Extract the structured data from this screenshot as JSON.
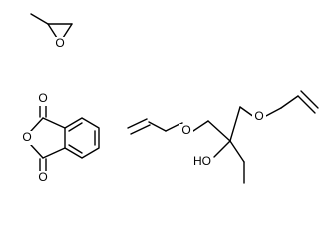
{
  "molecules": [
    {
      "id": "epoxide",
      "atoms": [
        {
          "key": "o1",
          "label": "O"
        }
      ]
    },
    {
      "id": "phthalic-anhydride",
      "atoms": [
        {
          "key": "o_top",
          "label": "O"
        },
        {
          "key": "o_ring",
          "label": "O"
        },
        {
          "key": "o_bottom",
          "label": "O"
        }
      ]
    },
    {
      "id": "allyl-ether-alcohol",
      "atoms": [
        {
          "key": "o_left",
          "label": "O"
        },
        {
          "key": "o_right",
          "label": "O"
        },
        {
          "key": "ho",
          "label": "HO"
        }
      ]
    }
  ],
  "colors": {
    "bond": "#000000",
    "background": "#ffffff",
    "label": "#000000"
  }
}
